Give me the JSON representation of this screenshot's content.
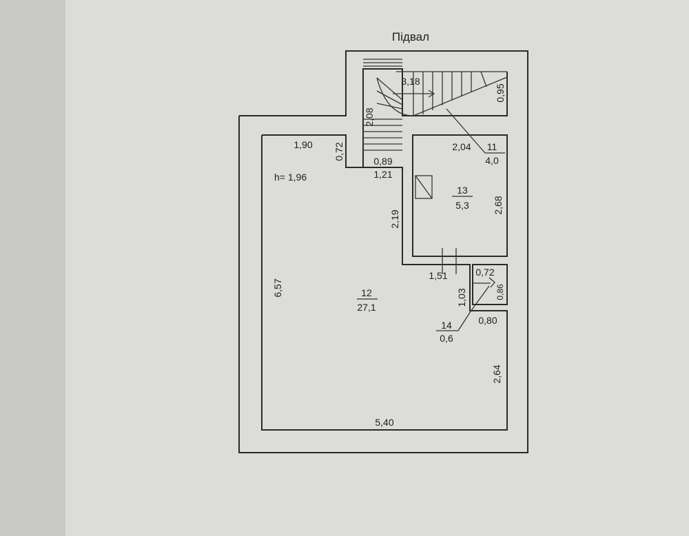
{
  "plan": {
    "title": "Підвал",
    "height_label": "h= 1,96",
    "rooms": [
      {
        "number": "11",
        "area": "4,0"
      },
      {
        "number": "12",
        "area": "27,1"
      },
      {
        "number": "13",
        "area": "5,3"
      },
      {
        "number": "14",
        "area": "0,6"
      }
    ],
    "dimensions": {
      "stair_run": "3,18",
      "stair_right": "0,95",
      "stair_left": "2,08",
      "top_wall": "1,90",
      "notch": "0,72",
      "stair_bottom": "0,89",
      "passage": "1,21",
      "room11_width": "2,04",
      "room13_left": "2,19",
      "room13_right": "2,68",
      "room12_left": "6,57",
      "partition": "1,51",
      "room14_width": "0,72",
      "room14_height": "0,86",
      "room14_left": "1,03",
      "step": "0,80",
      "room12_right": "2,64",
      "room12_bottom": "5,40"
    }
  }
}
